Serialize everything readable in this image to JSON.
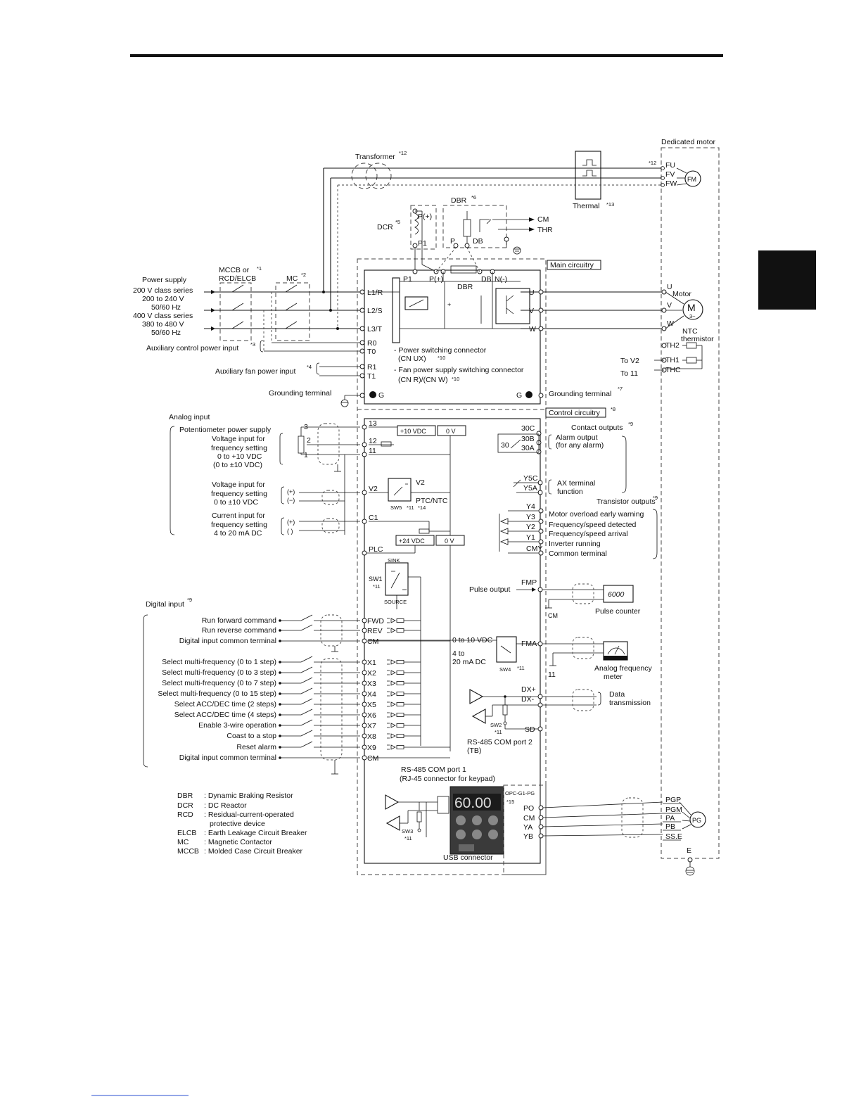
{
  "labels": {
    "dedicated_motor": "Dedicated motor",
    "transformer": "Transformer",
    "thermal": "Thermal",
    "dbr_top": "DBR",
    "cm_top": "CM",
    "thr": "THR",
    "dcr": "DCR",
    "pplus": "P(+)",
    "p1": "P1",
    "p": "P",
    "db": "DB",
    "dbr_inner": "DBR",
    "nminus": "N(-)",
    "main_circuitry": "Main circuitry",
    "mccb": "MCCB or",
    "rcd": "RCD/ELCB",
    "mc": "MC",
    "power_supply": "Power supply",
    "ps_200": "200 V class series",
    "ps_200v": "200 to 240 V",
    "ps_200hz": "50/60 Hz",
    "ps_400": "400 V class series",
    "ps_400v": "380 to 480 V",
    "ps_400hz": "50/60 Hz",
    "aux_ctrl": "Auxiliary control power input",
    "aux_fan": "Auxiliary fan power input",
    "grounding_left": "Grounding terminal",
    "grounding_right": "Grounding terminal",
    "power_switch": "- Power switching connector",
    "power_switch_cn": "(CN UX)",
    "fan_switch": "- Fan power supply switching connector",
    "fan_switch_cn": "(CN R)/(CN W)",
    "motor": "Motor",
    "m": "M",
    "m_phase": "3~",
    "ntc": "NTC",
    "ntc2": "thermistor",
    "to_v2": "To V2",
    "to_11": "To 11",
    "control_circuitry": "Control circuitry",
    "analog_input": "Analog input",
    "pot_supply": "Potentiometer power supply",
    "vin1": "Voltage input for",
    "vin1b": "frequency setting",
    "vin1c": "0 to +10 VDC",
    "vin1d": "(0 to ±10 VDC)",
    "vin2": "Voltage input for",
    "vin2b": "frequency setting",
    "vin2c": "0 to ±10 VDC",
    "cin": "Current input for",
    "cinb": "frequency setting",
    "cinc": "4 to 20 mA DC",
    "v10": "+10 VDC",
    "v0a": "0 V",
    "v24": "+24 VDC",
    "v0b": "0 V",
    "v2_sw": "V2",
    "ptc_ntc": "PTC/NTC",
    "sw5": "SW5",
    "plc": "PLC",
    "sink": "SINK",
    "source": "SOURCE",
    "sw1": "SW1",
    "digital_input": "Digital input",
    "contact_outputs": "Contact outputs",
    "alarm_out": "Alarm output",
    "alarm_out2": "(for any alarm)",
    "ax_terminal": "AX terminal",
    "ax_function": "function",
    "transistor_outputs": "Transistor outputs",
    "motor_overload": "Motor overload early warning",
    "freq_detected": "Frequency/speed detected",
    "freq_arrival": "Frequency/speed arrival",
    "inverter_running": "Inverter running",
    "common_terminal": "Common terminal",
    "pulse_output": "Pulse output",
    "fmp": "FMP",
    "pulse_counter": "Pulse counter",
    "counter_display": "6000",
    "cm_fmp": "CM",
    "vdc_0_10": "0 to 10 VDC",
    "ma_4_20": "4 to",
    "ma_4_20b": "20 mA DC",
    "fma": "FMA",
    "sw4": "SW4",
    "analog_meter": "Analog frequency",
    "analog_meter2": "meter",
    "eleven": "11",
    "dxp": "DX+",
    "dxm": "DX-",
    "data_trans": "Data",
    "data_trans2": "transmission",
    "sw2": "SW2",
    "sd": "SD",
    "rs485_2": "RS-485 COM port 2",
    "rs485_2b": "(TB)",
    "rs485_1": "RS-485 COM port 1",
    "rs485_1b": "(RJ-45 connector for keypad)",
    "keypad_display": "60.00",
    "sw3": "SW3",
    "usb": "USB connector",
    "opc": "OPC-G1-PG",
    "po": "PO",
    "cm_pg": "CM",
    "ya": "YA",
    "yb": "YB",
    "pg": "PG",
    "fm": "FM",
    "fu": "FU",
    "fv": "FV",
    "fw": "FW",
    "e": "E"
  },
  "notes": {
    "n1": "*1",
    "n2": "*2",
    "n3": "*3",
    "n4": "*4",
    "n5": "*5",
    "n6": "*6",
    "n7": "*7",
    "n8": "*8",
    "n9a": "*9",
    "n9b": "*9",
    "n9c": "*9",
    "n10a": "*10",
    "n10b": "*10",
    "n11a": "*11",
    "n11b": "*11",
    "n11c": "*11",
    "n11d": "*11",
    "n11e": "*11",
    "n12a": "*12",
    "n12b": "*12",
    "n13": "*13",
    "n14": "*14",
    "n15": "*15"
  },
  "power_terminals": [
    "L1/R",
    "L2/S",
    "L3/T",
    "R0",
    "T0",
    "R1",
    "T1",
    "G"
  ],
  "output_terminals": [
    "U",
    "V",
    "W",
    "G"
  ],
  "motor_terminals": [
    "U",
    "V",
    "W",
    "TH2",
    "TH1",
    "THC"
  ],
  "analog_terminals": [
    "13",
    "12",
    "11",
    "V2",
    "C1"
  ],
  "pot_pins": [
    "3",
    "2",
    "1"
  ],
  "alarm_terminals": [
    "30C",
    "30B",
    "30A",
    "30"
  ],
  "ax_terminals": [
    "Y5C",
    "Y5A"
  ],
  "transistor_terminals": [
    "Y4",
    "Y3",
    "Y2",
    "Y1",
    "CMY"
  ],
  "pg_terminals": [
    "PGP",
    "PGM",
    "PA",
    "PB",
    "SS.E"
  ],
  "digital_inputs": [
    {
      "label": "Run forward command",
      "terminal": "FWD"
    },
    {
      "label": "Run reverse command",
      "terminal": "REV"
    },
    {
      "label": "Digital input common terminal",
      "terminal": "CM"
    },
    {
      "label": "Select multi-frequency (0 to 1 step)",
      "terminal": "X1"
    },
    {
      "label": "Select multi-frequency (0 to 3 step)",
      "terminal": "X2"
    },
    {
      "label": "Select multi-frequency (0 to 7 step)",
      "terminal": "X3"
    },
    {
      "label": "Select multi-frequency (0 to 15 step)",
      "terminal": "X4"
    },
    {
      "label": "Select ACC/DEC time (2 steps)",
      "terminal": "X5"
    },
    {
      "label": "Select ACC/DEC time (4 steps)",
      "terminal": "X6"
    },
    {
      "label": "Enable 3-wire operation",
      "terminal": "X7"
    },
    {
      "label": "Coast to a stop",
      "terminal": "X8"
    },
    {
      "label": "Reset alarm",
      "terminal": "X9"
    },
    {
      "label": "Digital input common terminal",
      "terminal": "CM"
    }
  ],
  "legend": [
    {
      "abbr": "DBR",
      "text": ": Dynamic Braking Resistor"
    },
    {
      "abbr": "DCR",
      "text": ": DC Reactor"
    },
    {
      "abbr": "RCD",
      "text": ": Residual-current-operated"
    },
    {
      "abbr": "",
      "text": "protective device"
    },
    {
      "abbr": "ELCB",
      "text": ": Earth Leakage Circuit Breaker"
    },
    {
      "abbr": "MC",
      "text": ": Magnetic Contactor"
    },
    {
      "abbr": "MCCB",
      "text": ": Molded Case Circuit Breaker"
    }
  ]
}
